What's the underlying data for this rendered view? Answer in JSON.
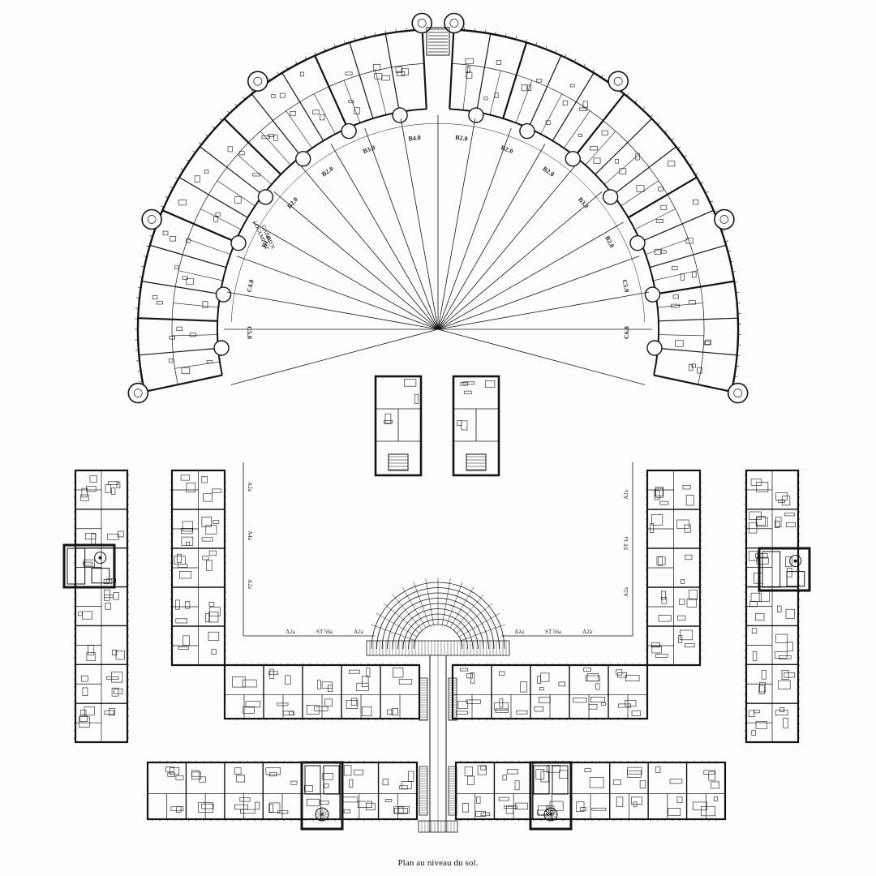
{
  "caption": "Plan au niveau du sol.",
  "fan_labels": [
    "C5.0",
    "C4.0",
    "B1.0",
    "B2.0",
    "B2.0",
    "B3.0",
    "B4.0",
    "B2.0",
    "B2.0",
    "B2.0",
    "B3.0",
    "B2.0",
    "C5.0",
    "C6.0"
  ],
  "fan_note": [
    "LOGEMENT",
    "GARDIEN"
  ],
  "court_labels": {
    "left_side": [
      "A2a",
      "A4a",
      "A2a"
    ],
    "right_side": [
      "A2a",
      "ST 1a",
      "A2a"
    ],
    "bottom_left": [
      "A2a",
      "ST 56a",
      "A2a"
    ],
    "bottom_right": [
      "A2a",
      "ST 56a",
      "A2a"
    ]
  },
  "colors": {
    "ink": "#141414",
    "paper": "#fdfdfc"
  }
}
